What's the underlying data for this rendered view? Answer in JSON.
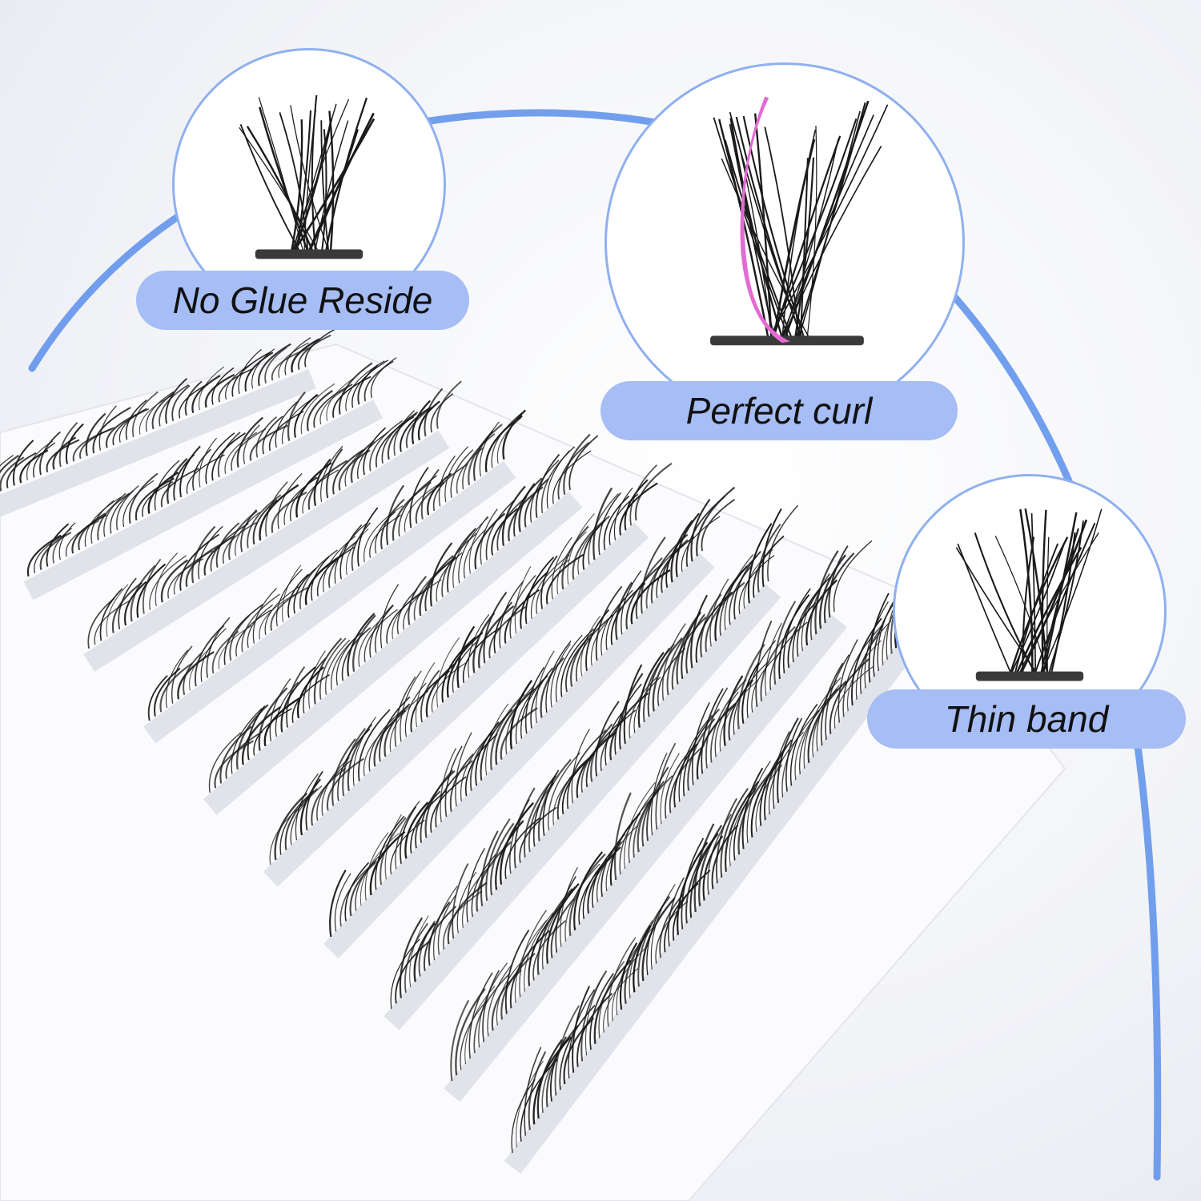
{
  "callouts": [
    {
      "label": "No Glue Reside"
    },
    {
      "label": "Perfect curl"
    },
    {
      "label": "Thin band"
    }
  ],
  "colors": {
    "arc": "#5b8fea",
    "pill": "#a6bdf5",
    "circle_border": "#8fb0ef",
    "curl_highlight": "#e46bd3",
    "lash": "#1a1a1a",
    "tray": "#fbfbfd"
  },
  "product": {
    "tray_rows": 10
  }
}
